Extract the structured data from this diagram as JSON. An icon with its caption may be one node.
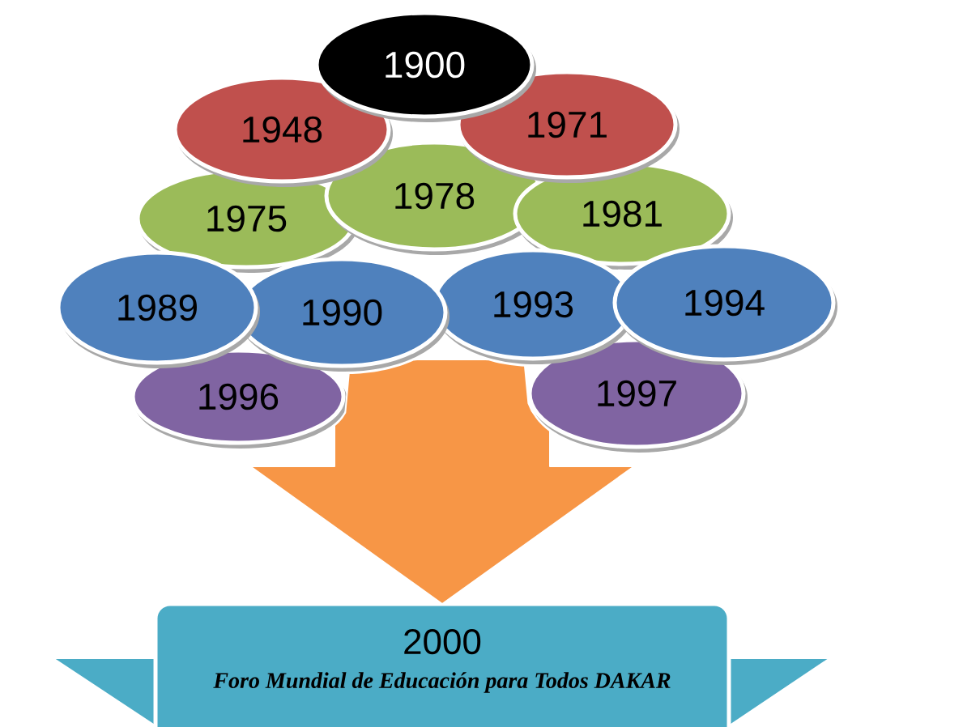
{
  "diagram": {
    "nodes": [
      {
        "text": [
          "1900"
        ]
      },
      {
        "text": [
          "1948"
        ]
      },
      {
        "text": [
          "1971"
        ]
      },
      {
        "text": [
          "1975"
        ]
      },
      {
        "text": [
          "1978"
        ]
      },
      {
        "text": [
          "1981"
        ]
      },
      {
        "text": [
          "1989"
        ]
      },
      {
        "text": [
          "1990"
        ]
      },
      {
        "text": [
          "1993"
        ]
      },
      {
        "text": [
          "1994"
        ]
      },
      {
        "text": [
          "1996"
        ]
      },
      {
        "text": [
          "1997"
        ]
      },
      {
        "text": [
          "2000",
          "Foro Mundial de Educación para Todos DAKAR"
        ]
      }
    ],
    "edges": [
      {
        "from": null,
        "to": 12,
        "arrow": "to"
      }
    ]
  }
}
